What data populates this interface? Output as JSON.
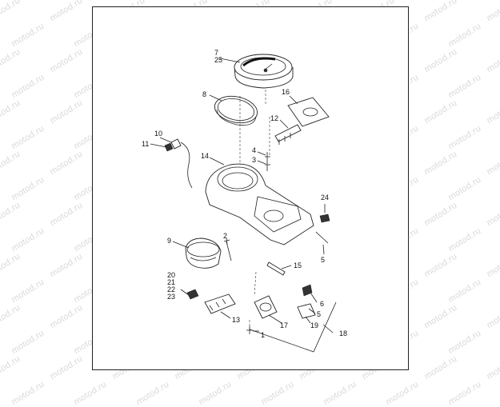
{
  "watermark": {
    "text": "motod.ru"
  },
  "callouts": [
    {
      "id": "c7",
      "lines": [
        "7",
        "25"
      ]
    },
    {
      "id": "c8",
      "lines": [
        "8"
      ]
    },
    {
      "id": "c16",
      "lines": [
        "16"
      ]
    },
    {
      "id": "c12",
      "lines": [
        "12"
      ]
    },
    {
      "id": "c10",
      "lines": [
        "10"
      ]
    },
    {
      "id": "c11",
      "lines": [
        "11"
      ]
    },
    {
      "id": "c4",
      "lines": [
        "4"
      ]
    },
    {
      "id": "c3",
      "lines": [
        "3"
      ]
    },
    {
      "id": "c14",
      "lines": [
        "14"
      ]
    },
    {
      "id": "c24",
      "lines": [
        "24"
      ]
    },
    {
      "id": "c9",
      "lines": [
        "9"
      ]
    },
    {
      "id": "c2",
      "lines": [
        "2"
      ]
    },
    {
      "id": "c5a",
      "lines": [
        "5"
      ]
    },
    {
      "id": "c15",
      "lines": [
        "15"
      ]
    },
    {
      "id": "c20",
      "lines": [
        "20",
        "21",
        "22",
        "23"
      ]
    },
    {
      "id": "c6",
      "lines": [
        "6"
      ]
    },
    {
      "id": "c5b",
      "lines": [
        "5"
      ]
    },
    {
      "id": "c13",
      "lines": [
        "13"
      ]
    },
    {
      "id": "c17",
      "lines": [
        "17"
      ]
    },
    {
      "id": "c19",
      "lines": [
        "19"
      ]
    },
    {
      "id": "c1",
      "lines": [
        "1"
      ]
    },
    {
      "id": "c18",
      "lines": [
        "18"
      ]
    }
  ]
}
